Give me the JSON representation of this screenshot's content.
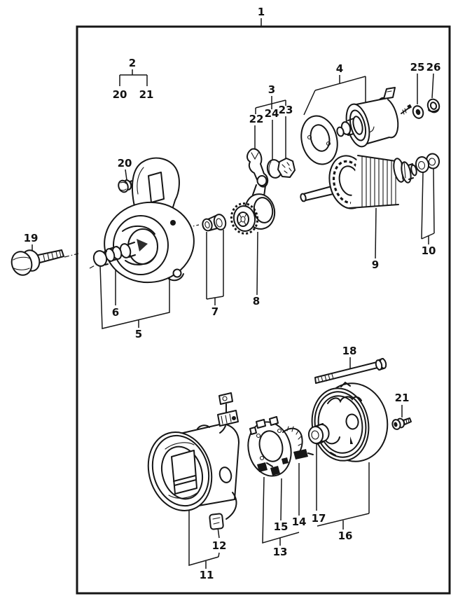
{
  "figure": {
    "kind": "exploded parts diagram",
    "background_color": "#ffffff",
    "ink_color": "#161616"
  },
  "callouts": [
    {
      "id": "assembly-box",
      "label": "1"
    },
    {
      "id": "group-2",
      "label": "2"
    },
    {
      "id": "legend-20",
      "label": "20"
    },
    {
      "id": "legend-21",
      "label": "21"
    },
    {
      "id": "group-3",
      "label": "3"
    },
    {
      "id": "part-22",
      "label": "22"
    },
    {
      "id": "part-24",
      "label": "24"
    },
    {
      "id": "part-23",
      "label": "23"
    },
    {
      "id": "group-4",
      "label": "4"
    },
    {
      "id": "part-25",
      "label": "25"
    },
    {
      "id": "part-26",
      "label": "26"
    },
    {
      "id": "part-20",
      "label": "20"
    },
    {
      "id": "part-19",
      "label": "19"
    },
    {
      "id": "part-6",
      "label": "6"
    },
    {
      "id": "group-5",
      "label": "5"
    },
    {
      "id": "part-7",
      "label": "7"
    },
    {
      "id": "part-8",
      "label": "8"
    },
    {
      "id": "part-9",
      "label": "9"
    },
    {
      "id": "part-10",
      "label": "10"
    },
    {
      "id": "part-18",
      "label": "18"
    },
    {
      "id": "part-21",
      "label": "21"
    },
    {
      "id": "part-17",
      "label": "17"
    },
    {
      "id": "group-16",
      "label": "16"
    },
    {
      "id": "part-15",
      "label": "15"
    },
    {
      "id": "part-14",
      "label": "14"
    },
    {
      "id": "group-13",
      "label": "13"
    },
    {
      "id": "part-12",
      "label": "12"
    },
    {
      "id": "group-11",
      "label": "11"
    }
  ]
}
